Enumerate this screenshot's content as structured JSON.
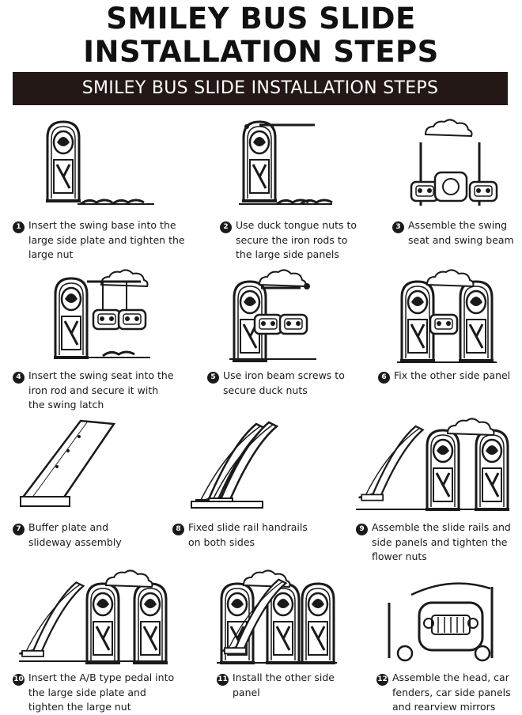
{
  "header": {
    "title_line1": "SMILEY BUS SLIDE",
    "title_line2": "INSTALLATION STEPS",
    "banner": "SMILEY BUS SLIDE INSTALLATION STEPS"
  },
  "steps": [
    {
      "num": "1",
      "lines": [
        "Insert the swing base into the",
        "large side plate and tighten the",
        "large nut"
      ]
    },
    {
      "num": "2",
      "lines": [
        "Use duck tongue nuts to",
        "secure the iron rods to",
        "the large side panels"
      ]
    },
    {
      "num": "3",
      "lines": [
        "Assemble the swing",
        "seat and swing beam"
      ]
    },
    {
      "num": "4",
      "lines": [
        "Insert the swing seat into the",
        "iron rod and secure it with",
        "the swing latch"
      ]
    },
    {
      "num": "5",
      "lines": [
        "Use iron beam screws to",
        "secure duck nuts"
      ]
    },
    {
      "num": "6",
      "lines": [
        "Fix the other side panel"
      ]
    },
    {
      "num": "7",
      "lines": [
        "Buffer plate and",
        "slideway assembly"
      ]
    },
    {
      "num": "8",
      "lines": [
        "Fixed slide rail handrails",
        "on both sides"
      ]
    },
    {
      "num": "9",
      "lines": [
        "Assemble the slide rails and",
        "side panels and tighten the",
        "flower nuts"
      ]
    },
    {
      "num": "10",
      "lines": [
        "Insert the A/B type pedal into",
        "the large side plate and",
        "tighten the large nut"
      ]
    },
    {
      "num": "11",
      "lines": [
        "Install the other side",
        "panel"
      ]
    },
    {
      "num": "12",
      "lines": [
        "Assemble the head, car",
        "fenders, car side panels",
        "and rearview mirrors"
      ]
    }
  ],
  "colors": {
    "ink": "#1a1a1a",
    "banner_bg": "#231815",
    "banner_text": "#ffffff"
  }
}
